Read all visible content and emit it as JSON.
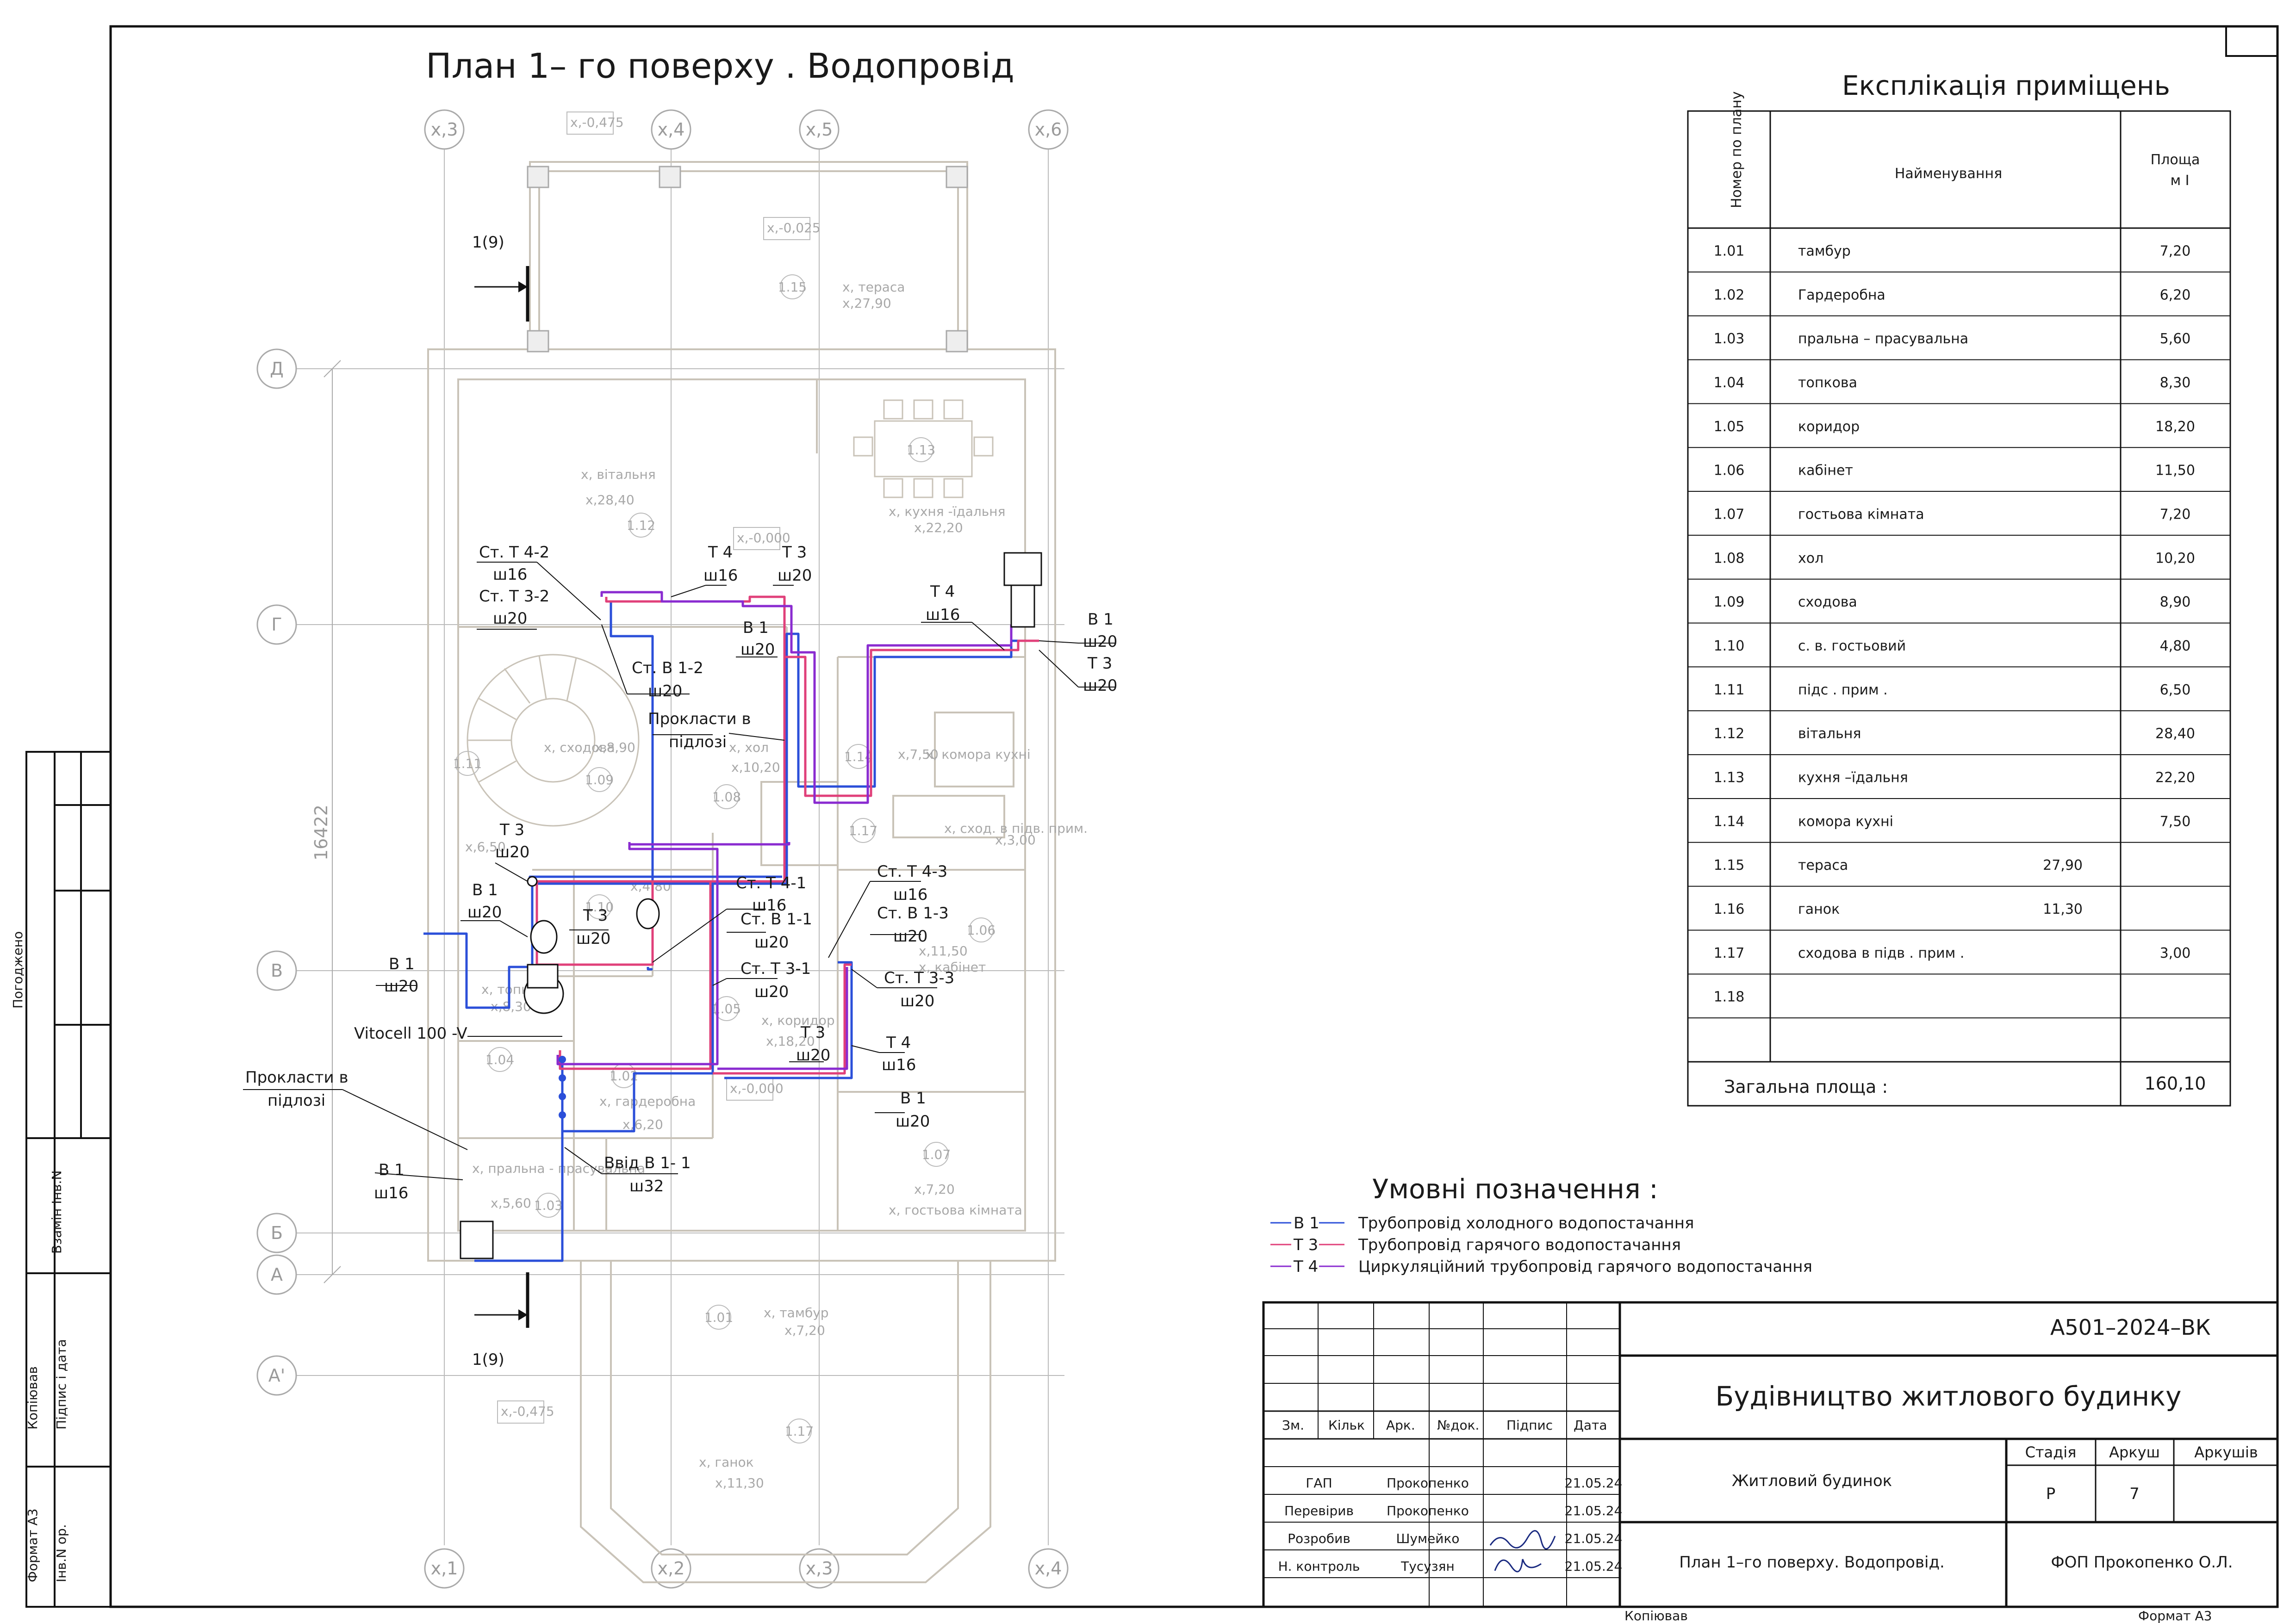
{
  "plan_title": "План    1– го  поверху    . Водопровід",
  "axes": {
    "top": [
      "x,3",
      "x,4",
      "x,5",
      "x,6"
    ],
    "bottom": [
      "x,1",
      "x,2",
      "x,3",
      "x,4"
    ],
    "left": [
      "Д",
      "Г",
      "В",
      "Б",
      "А",
      "А'"
    ]
  },
  "section_mark": "1(9)",
  "dimension": "16422",
  "level_marks": [
    "x,-0,475",
    "x,-0,025",
    "x,-0,000",
    "x,-0,000",
    "x,-0,475"
  ],
  "rooms": [
    {
      "num": "1.15",
      "label": "x, тераса",
      "area": "x,27,90"
    },
    {
      "num": "1.13",
      "label": "x, кухня -їдальня",
      "area": "x,22,20"
    },
    {
      "num": "1.12",
      "label": "x, вітальня",
      "area": "x,28,40"
    },
    {
      "num": "1.09",
      "label": "x, сходова",
      "area": "x,8,90"
    },
    {
      "num": "1.08",
      "label": "x, хол",
      "area": "x,10,20"
    },
    {
      "num": "1.14",
      "label": "x, комора  кухні",
      "area": "x,7,50"
    },
    {
      "num": "1.17",
      "label": "x, сход. в підв. прим.",
      "area": "x,3,00"
    },
    {
      "num": "1.11",
      "label": "",
      "area": "x,6,50"
    },
    {
      "num": "1.06",
      "label": "x, кабінет",
      "area": "x,11,50"
    },
    {
      "num": "1.05",
      "label": "x, коридор",
      "area": "x,18,20"
    },
    {
      "num": "1.04",
      "label": "x, топкова",
      "area": "x,8,30"
    },
    {
      "num": "1.02",
      "label": "x, гардеробна",
      "area": "x,6,20"
    },
    {
      "num": "1.03",
      "label": "x, пральна - прасувальна",
      "area": "x,5,60"
    },
    {
      "num": "1.07",
      "label": "x, гостьова кімната",
      "area": "x,7,20"
    },
    {
      "num": "1.01",
      "label": "x, тамбур",
      "area": "x,7,20"
    },
    {
      "num": "1.17",
      "label": "x, ганок",
      "area": "x,11,30"
    },
    {
      "num": "1.10",
      "label": "",
      "area": "x,4,80"
    }
  ],
  "pipe_labels": [
    {
      "code": "Ст. Т 4-2",
      "dia": "ш16"
    },
    {
      "code": "Ст. Т 3-2",
      "dia": "ш20"
    },
    {
      "code": "Т 4",
      "dia": "ш16"
    },
    {
      "code": "Т 3",
      "dia": "ш20"
    },
    {
      "code": "В 1",
      "dia": "ш20"
    },
    {
      "code": "Ст. В 1-2",
      "dia": "ш20"
    },
    {
      "code": "Т 4",
      "dia": "ш16"
    },
    {
      "code": "В 1",
      "dia": "ш20"
    },
    {
      "code": "Т 3",
      "dia": "ш20"
    },
    {
      "code": "Т 3",
      "dia": "ш20"
    },
    {
      "code": "В 1",
      "dia": "ш20"
    },
    {
      "code": "Т 3",
      "dia": "ш20"
    },
    {
      "code": "В 1",
      "dia": "ш20"
    },
    {
      "code": "Ст. Т 4-1",
      "dia": "ш16"
    },
    {
      "code": "Ст. В 1-1",
      "dia": "ш20"
    },
    {
      "code": "Ст. Т 3-1",
      "dia": "ш20"
    },
    {
      "code": "Ст. Т 4-3",
      "dia": "ш16"
    },
    {
      "code": "Ст. В 1-3",
      "dia": "ш20"
    },
    {
      "code": "Ст. Т 3-3",
      "dia": "ш20"
    },
    {
      "code": "Т 3",
      "dia": "ш20"
    },
    {
      "code": "Т 4",
      "dia": "ш16"
    },
    {
      "code": "В 1",
      "dia": "ш20"
    },
    {
      "code": "Ввід  В 1-  1",
      "dia": "ш32"
    },
    {
      "code": "В 1",
      "dia": "ш16"
    }
  ],
  "note_floor_1": "Прокласти   в",
  "note_floor_2": "підлозі",
  "boiler_label": "Vitocell  100   -V",
  "explication": {
    "title": "Експлікація       приміщень",
    "col_num": "Номер  по  плану",
    "col_name": "Найменування",
    "col_area": "Площа",
    "col_area_unit": "м  І",
    "rows": [
      {
        "num": "1.01",
        "name": "тамбур",
        "mid": "",
        "area": "7,20"
      },
      {
        "num": "1.02",
        "name": "Гардеробна",
        "mid": "",
        "area": "6,20"
      },
      {
        "num": "1.03",
        "name": "пральна    – прасувальна",
        "mid": "",
        "area": "5,60"
      },
      {
        "num": "1.04",
        "name": "топкова",
        "mid": "",
        "area": "8,30"
      },
      {
        "num": "1.05",
        "name": "коридор",
        "mid": "",
        "area": "18,20"
      },
      {
        "num": "1.06",
        "name": "кабінет",
        "mid": "",
        "area": "11,50"
      },
      {
        "num": "1.07",
        "name": "гостьова   кімната",
        "mid": "",
        "area": "7,20"
      },
      {
        "num": "1.08",
        "name": "хол",
        "mid": "",
        "area": "10,20"
      },
      {
        "num": "1.09",
        "name": "сходова",
        "mid": "",
        "area": "8,90"
      },
      {
        "num": "1.10",
        "name": "с. в.  гостьовий",
        "mid": "",
        "area": "4,80"
      },
      {
        "num": "1.11",
        "name": "підс . прим  .",
        "mid": "",
        "area": "6,50"
      },
      {
        "num": "1.12",
        "name": "вітальня",
        "mid": "",
        "area": "28,40"
      },
      {
        "num": "1.13",
        "name": "кухня –їдальня",
        "mid": "",
        "area": "22,20"
      },
      {
        "num": "1.14",
        "name": "комора    кухні",
        "mid": "",
        "area": "7,50"
      },
      {
        "num": "1.15",
        "name": "тераса",
        "mid": "27,90",
        "area": ""
      },
      {
        "num": "1.16",
        "name": "ганок",
        "mid": "11,30",
        "area": ""
      },
      {
        "num": "1.17",
        "name": "сходова     в  підв . прим  .",
        "mid": "",
        "area": "3,00"
      },
      {
        "num": "1.18",
        "name": "",
        "mid": "",
        "area": ""
      },
      {
        "num": "",
        "name": "",
        "mid": "",
        "area": ""
      }
    ],
    "total_label": "Загальна     площа     :",
    "total_value": "160,10"
  },
  "legend": {
    "title": "Умовні     позначення       :",
    "items": [
      {
        "code": "В 1",
        "text": "Трубопровід       холодного      водопостачання",
        "color": "#2b4fd9"
      },
      {
        "code": "Т 3",
        "text": "Трубопровід       гарячого    водопостачання",
        "color": "#e0407a"
      },
      {
        "code": "Т 4",
        "text": "Циркуляційний        трубопровід     гарячого    водопостачання",
        "color": "#8a2bd0"
      }
    ]
  },
  "stamp": {
    "code": "А501–2024–ВК",
    "project": "Будівництво житлового будинку",
    "object": "Житловий будинок",
    "sheet_title": "План 1–го поверху. Водопровід.",
    "org": "ФОП Прокопенко О.Л.",
    "hdr": [
      "Зм.",
      "Кільк",
      "Арк.",
      "№док.",
      "Підпис",
      "Дата"
    ],
    "stage_hdr": "Стадія",
    "sheet_hdr": "Аркуш",
    "sheets_hdr": "Аркушів",
    "stage": "Р",
    "sheet": "7",
    "sheets": "",
    "people": [
      {
        "role": "ГАП",
        "name": "Прокопенко",
        "date": "21.05.24"
      },
      {
        "role": "Перевірив",
        "name": "Прокопенко",
        "date": "21.05.24"
      },
      {
        "role": "Розробив",
        "name": "Шумейко",
        "date": "21.05.24"
      },
      {
        "role": "Н. контроль",
        "name": "Тусузян",
        "date": "21.05.24"
      }
    ],
    "copied": "Копіював",
    "format": "Формат А3"
  },
  "side_stamp": {
    "agreed": "Погоджено",
    "inv_replace": "Взамін Інв.N",
    "sign_date": "Підпис і дата",
    "inv_orig": "Інв.N ор.",
    "copied": "Копіював",
    "format": "Формат А3"
  },
  "colors": {
    "cold": "#2b4fd9",
    "hot": "#e0407a",
    "circ": "#8a2bd0",
    "arch": "#c9c3b8",
    "grid": "#b0b0b0"
  }
}
